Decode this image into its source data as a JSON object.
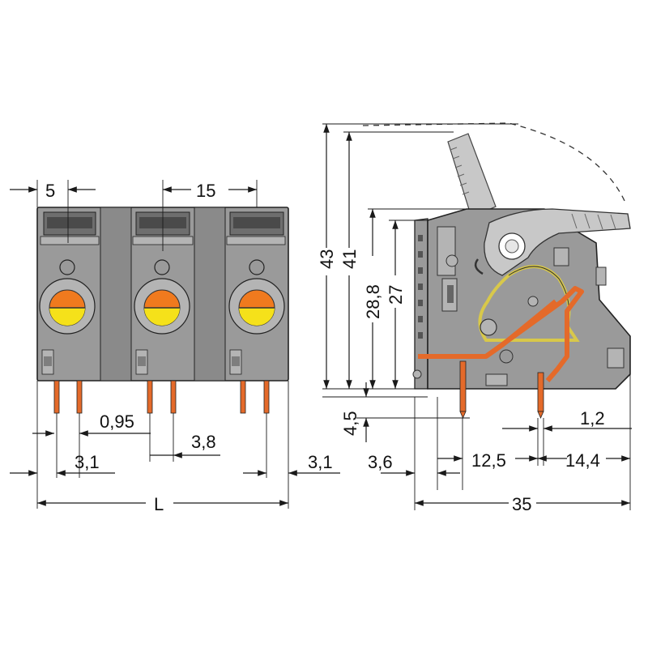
{
  "drawing": {
    "colors": {
      "housing": "#9a9a9a",
      "housing_dark": "#7e7e7e",
      "housing_light": "#b4b4b4",
      "lever_gray": "#c8c8c8",
      "actuator_orange": "#f07a1e",
      "actuator_yellow": "#f5e11a",
      "pin_orange": "#e46a2a",
      "spring_yellow": "#d8c84a",
      "line": "#1a1a1a"
    },
    "front_view": {
      "pole_count": 3,
      "dimensions": {
        "pitch_top": "5",
        "pitch_15": "15",
        "pin_width": "0,95",
        "pin_spacing": "3,8",
        "offset_left": "3,1",
        "offset_right": "3,1",
        "overall_length": "L"
      }
    },
    "side_view": {
      "dimensions": {
        "height_43": "43",
        "height_41": "41",
        "height_28_8": "28,8",
        "height_27": "27",
        "pin_length": "4,5",
        "offset_3_6": "3,6",
        "pin_offset_12_5": "12,5",
        "pin_offset_14_4": "14,4",
        "pin_thickness": "1,2",
        "depth": "35"
      }
    }
  }
}
